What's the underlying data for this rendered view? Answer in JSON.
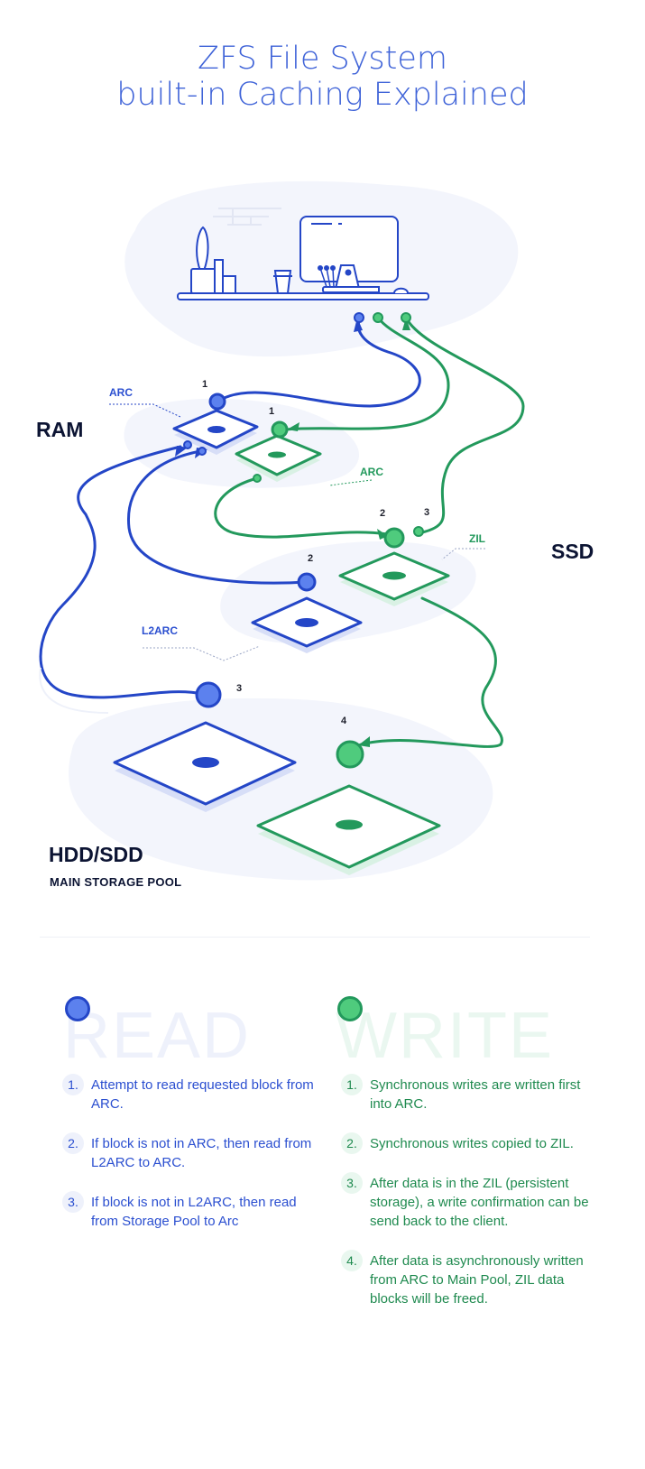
{
  "title": {
    "line1": "ZFS File System",
    "line2": "built-in Caching Explained"
  },
  "diagram": {
    "tier_labels": {
      "ram": "RAM",
      "ssd": "SSD",
      "hdd": "HDD/SDD",
      "hdd_sub": "MAIN STORAGE POOL"
    },
    "cache_labels": {
      "arc_read": "ARC",
      "arc_write": "ARC",
      "zil": "ZIL",
      "l2arc": "L2ARC"
    },
    "step_numbers": {
      "read_1": "1",
      "read_2": "2",
      "read_3": "3",
      "write_1": "1",
      "write_2": "2",
      "write_3": "3",
      "write_4": "4"
    }
  },
  "read": {
    "heading": "READ",
    "color": "#2b4fd0",
    "steps": [
      {
        "num": "1.",
        "text": "Attempt to read requested block from ARC."
      },
      {
        "num": "2.",
        "text": "If block is not in ARC, then read from L2ARC to ARC."
      },
      {
        "num": "3.",
        "text": "If block is not in L2ARC, then read from Storage Pool to Arc"
      }
    ]
  },
  "write": {
    "heading": "WRITE",
    "color": "#1f8a4f",
    "steps": [
      {
        "num": "1.",
        "text": "Synchronous writes are written first into ARC."
      },
      {
        "num": "2.",
        "text": "Synchronous writes copied to ZIL."
      },
      {
        "num": "3.",
        "text": "After data is in the ZIL (persistent storage), a write confirmation  can be send back to the client."
      },
      {
        "num": "4.",
        "text": "After data is asynchronously written from ARC to Main Pool, ZIL data blocks will be freed."
      }
    ]
  },
  "colors": {
    "blue": "#2446c7",
    "blue_fill": "#5c81ee",
    "green": "#23995c",
    "green_fill": "#4fcb7d",
    "blob": "#f3f5fc"
  }
}
